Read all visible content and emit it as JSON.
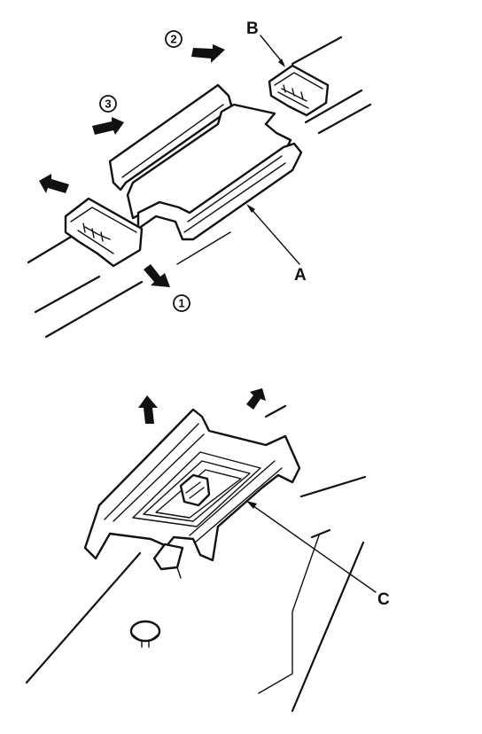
{
  "callouts": {
    "a": "A",
    "b": "B",
    "c": "C"
  },
  "steps": {
    "one": "1",
    "two": "2",
    "three": "3"
  },
  "colors": {
    "ink": "#111111",
    "paper": "#ffffff"
  }
}
